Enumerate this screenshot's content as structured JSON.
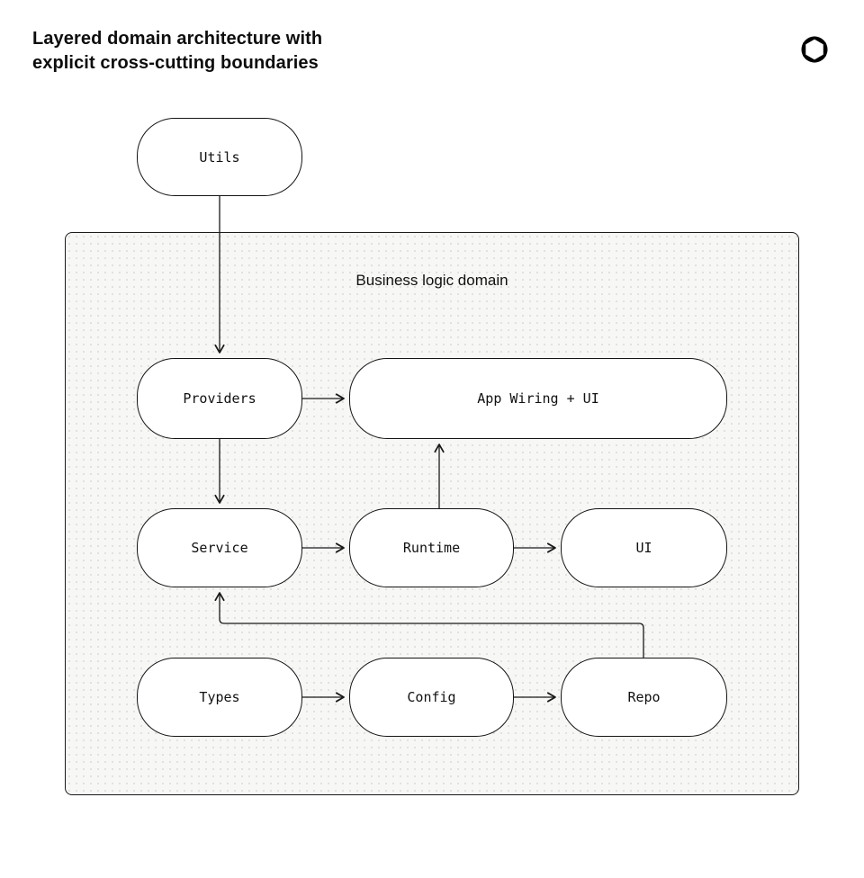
{
  "page": {
    "title_line1": "Layered domain architecture with",
    "title_line2": "explicit cross-cutting boundaries"
  },
  "logo": {
    "name": "openai-logo"
  },
  "diagram": {
    "container_label": "Business logic domain",
    "nodes": {
      "utils": "Utils",
      "providers": "Providers",
      "app_wiring_ui": "App Wiring + UI",
      "service": "Service",
      "runtime": "Runtime",
      "ui": "UI",
      "types": "Types",
      "config": "Config",
      "repo": "Repo"
    },
    "edges": [
      {
        "from": "utils",
        "to": "providers"
      },
      {
        "from": "providers",
        "to": "app_wiring_ui"
      },
      {
        "from": "providers",
        "to": "service"
      },
      {
        "from": "runtime",
        "to": "app_wiring_ui"
      },
      {
        "from": "service",
        "to": "runtime"
      },
      {
        "from": "runtime",
        "to": "ui"
      },
      {
        "from": "types",
        "to": "config"
      },
      {
        "from": "config",
        "to": "repo"
      },
      {
        "from": "repo",
        "to": "service"
      }
    ]
  },
  "colors": {
    "background": "#ffffff",
    "container_background": "#f7f7f5",
    "node_background": "#ffffff",
    "border": "#1a1a1a",
    "text": "#111111"
  }
}
